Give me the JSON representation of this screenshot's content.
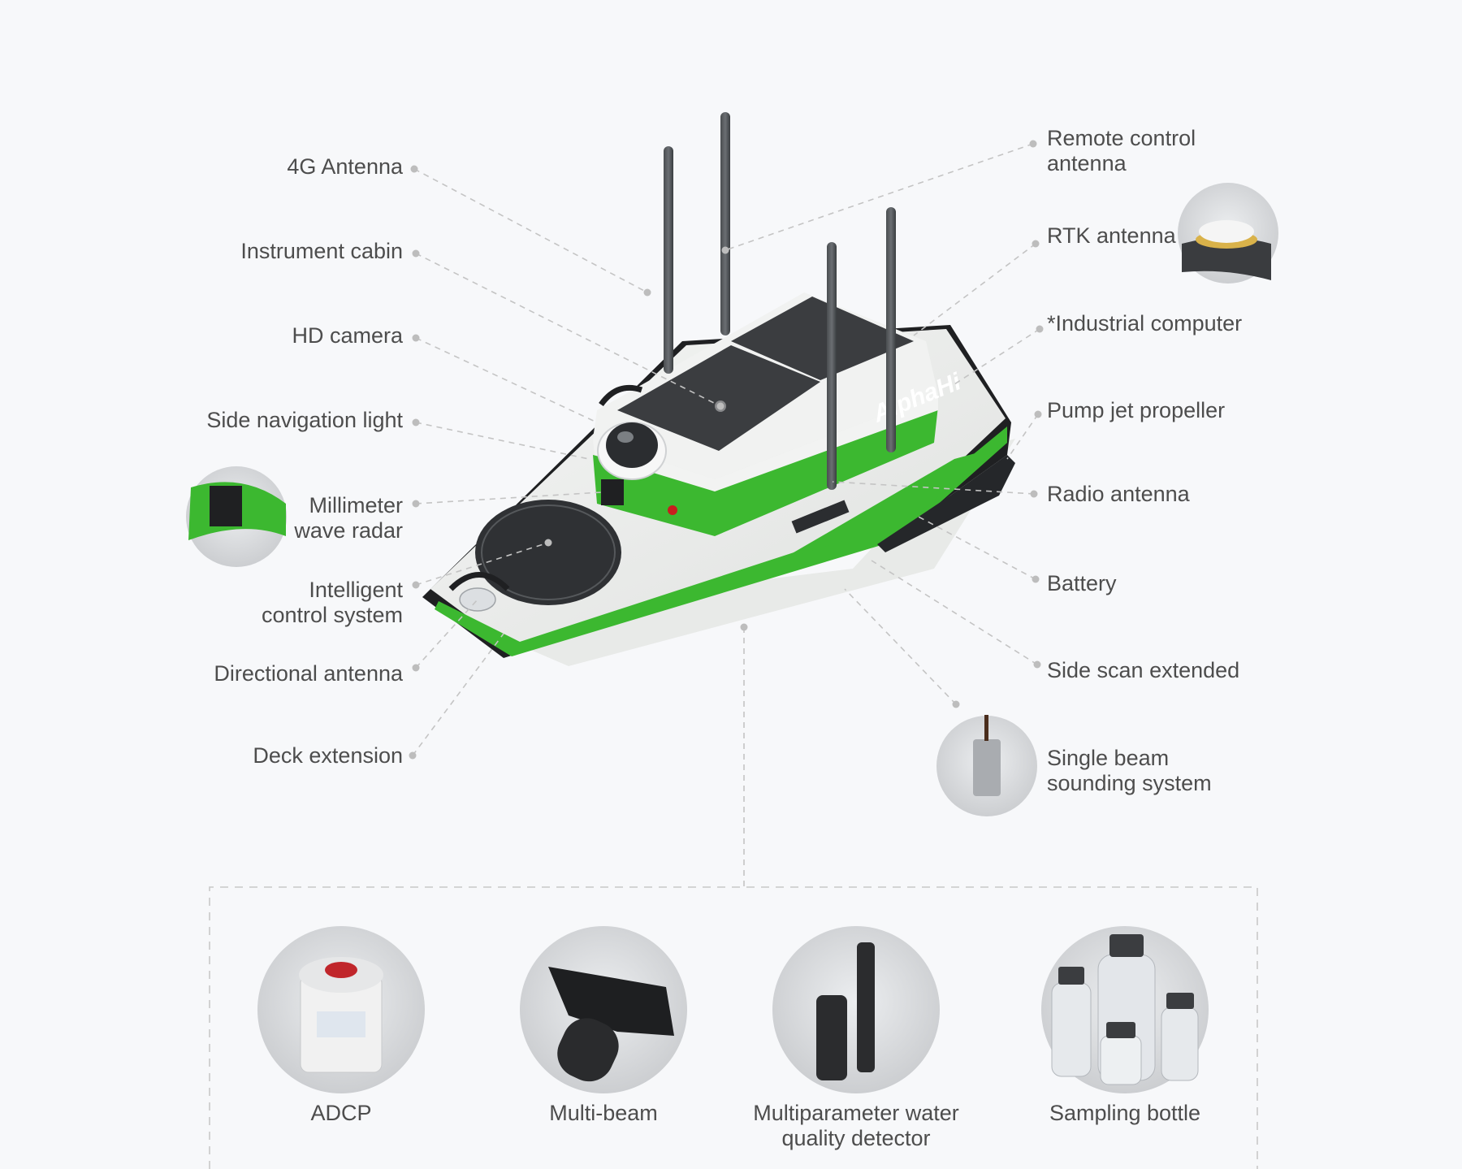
{
  "labels": {
    "antenna_4g": "4G Antenna",
    "instrument_cabin": "Instrument cabin",
    "hd_camera": "HD camera",
    "side_nav_light": "Side navigation light",
    "mmwave_radar": "Millimeter\nwave radar",
    "intelligent_control": "Intelligent\ncontrol system",
    "directional_antenna": "Directional antenna",
    "deck_extension": "Deck extension",
    "remote_control_antenna": "Remote control\nantenna",
    "rtk_antenna": "RTK antenna",
    "industrial_computer": "*Industrial computer",
    "pump_jet": "Pump jet propeller",
    "radio_antenna": "Radio antenna",
    "battery": "Battery",
    "side_scan": "Side scan extended",
    "single_beam": "Single beam\nsounding system"
  },
  "boat": {
    "brand": "AlphaHi"
  },
  "accessories": [
    {
      "label": "ADCP"
    },
    {
      "label": "Multi-beam"
    },
    {
      "label": "Multiparameter water\nquality detector"
    },
    {
      "label": "Sampling bottle"
    }
  ],
  "colors": {
    "accent_green": "#3cb830",
    "hull_white": "#eef0ee",
    "deck_dark": "#3b3d40",
    "background": "#f7f8fa"
  }
}
